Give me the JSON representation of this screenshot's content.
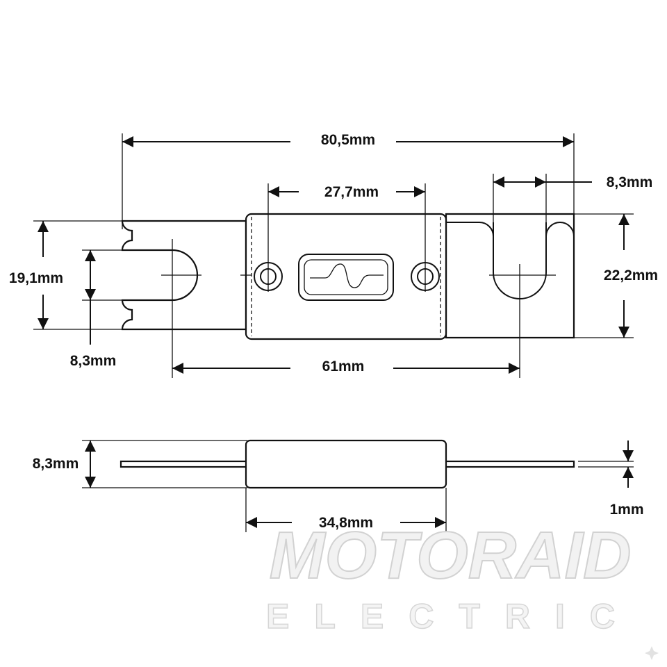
{
  "dimensions": {
    "overall_length": "80,5mm",
    "hole_spacing": "27,7mm",
    "slot_width_right": "8,3mm",
    "left_tab_height": "19,1mm",
    "right_tab_height": "22,2mm",
    "slot_width_left": "8,3mm",
    "center_distance": "61mm",
    "body_thickness": "8,3mm",
    "body_length": "34,8mm",
    "blade_thickness": "1mm"
  },
  "watermark": {
    "brand": "MOTORAID",
    "subtitle": "ELECTRIC"
  },
  "colors": {
    "line": "#111111",
    "background": "#ffffff",
    "watermark": "#d2d2d2"
  },
  "icons": {
    "fuse_symbol": "fuse-symbol-icon",
    "corner_mark": "sparkle-icon"
  }
}
